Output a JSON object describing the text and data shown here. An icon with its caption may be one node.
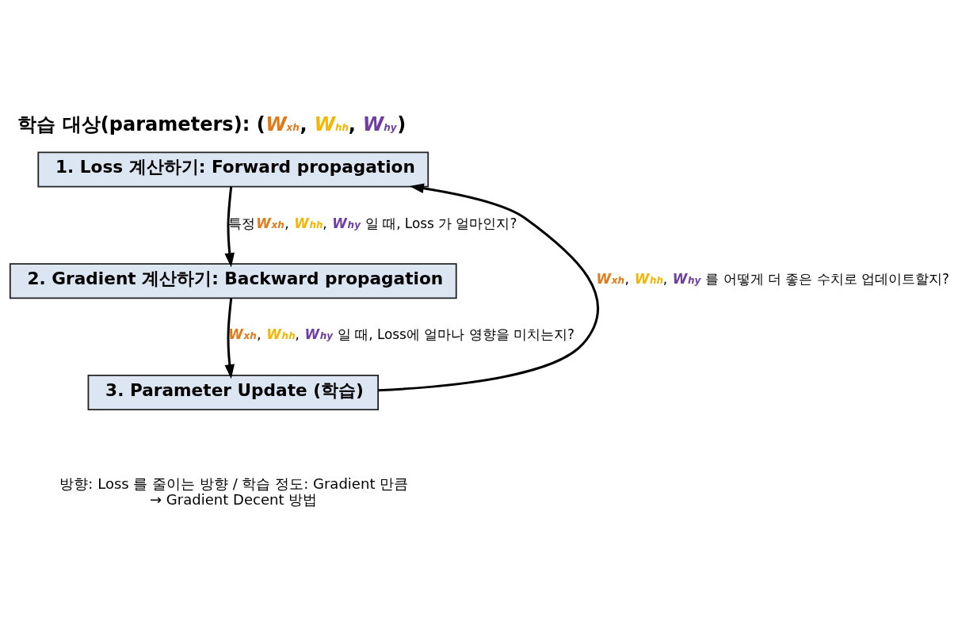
{
  "diagram": {
    "title": "학습 대상(parameters): (W$_{xh}$, W$_{hh}$, W$_{hy}$)",
    "nodes": [
      {
        "text": [
          "1. Loss 계산하기: Forward propagation"
        ]
      },
      {
        "text": [
          "2. Gradient 계산하기: Backward propagation"
        ]
      },
      {
        "text": [
          "3. Parameter Update (학습)"
        ]
      }
    ],
    "edges": [
      {
        "from": 0,
        "to": 1,
        "arrow": "to",
        "label": "특정W$_{xh}$, W$_{hh}$, W$_{hy}$ 일 때, Loss 가 얼마인지?"
      },
      {
        "from": 1,
        "to": 2,
        "arrow": "to",
        "label": "W$_{xh}$, W$_{hh}$, W$_{hy}$ 일 때, Loss에 얼마나 영향을 미치는지?"
      },
      {
        "from": 2,
        "to": 0,
        "arrow": "to",
        "label": "W$_{xh}$, W$_{hh}$, W$_{hy}$ 를 어떻게 더 좋은 수치로 업데이트할지?"
      }
    ],
    "labels": [
      "방향: Loss 를 줄이는 방향 / 학습 정도: Gradient 만큼",
      "→ Gradient Decent 방법"
    ]
  }
}
